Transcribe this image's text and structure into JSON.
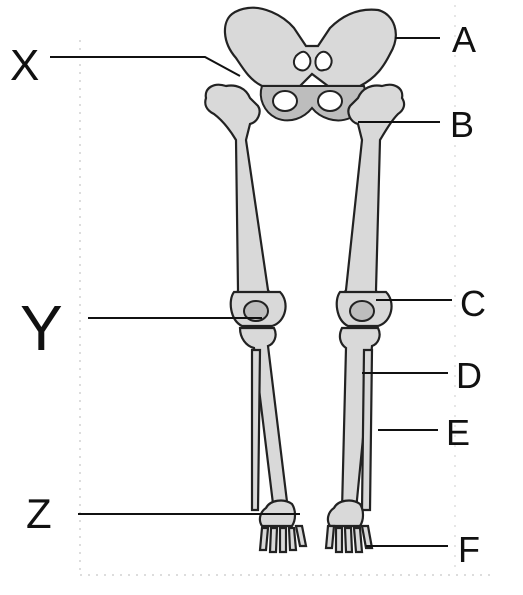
{
  "labels": {
    "left": {
      "X": "X",
      "Y": "Y",
      "Z": "Z"
    },
    "right": {
      "A": "A",
      "B": "B",
      "C": "C",
      "D": "D",
      "E": "E",
      "F": "F"
    }
  },
  "colors": {
    "ink": "#111111",
    "bone_fill": "#d9d9d9",
    "bone_shade": "#bdbdbd",
    "paper": "#ffffff"
  }
}
